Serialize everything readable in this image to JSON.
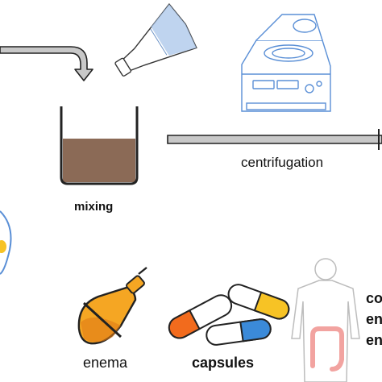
{
  "labels": {
    "mixing": "mixing",
    "centrifugation": "centrifugation",
    "enema": "enema",
    "capsules": "capsules",
    "right_partial": [
      "co",
      "en",
      "en"
    ]
  },
  "icons": [
    "arrow-bent-icon",
    "flask-icon",
    "beaker-icon",
    "centrifuge-icon",
    "arrow-right-icon",
    "enema-bulb-icon",
    "capsule-icon",
    "human-body-icon",
    "petri-dish-icon"
  ],
  "colors": {
    "sediment": "#8b6a56",
    "arrow_fill": "#c8c8c8",
    "flask_blue": "#a9c6ea",
    "centrifuge_line": "#5a8fd6",
    "capsule_orange": "#f26b1d",
    "capsule_blue": "#3b8ad9",
    "capsule_yellow": "#f7c325",
    "bulb_orange": "#f5a623",
    "body_outline": "#bdbdbd",
    "colon": "#f2a3a0"
  }
}
